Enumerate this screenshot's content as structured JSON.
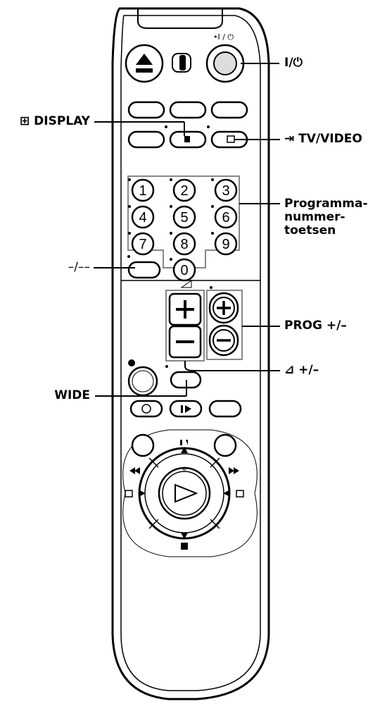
{
  "power_symbol_top": "•I / ⏻",
  "program_numbers": [
    "1",
    "2",
    "3",
    "4",
    "5",
    "6",
    "7",
    "8",
    "9",
    "0"
  ],
  "callouts": {
    "power": "I/⏻",
    "display": "⊞ DISPLAY",
    "tv_video": "⇥ TV/VIDEO",
    "program_keys": [
      "Programma-",
      "nummer-",
      "toetsen"
    ],
    "dash": "–/––",
    "prog": "PROG +/–",
    "volume": "⊿ +/–",
    "wide": "WIDE"
  },
  "icons": {
    "eject": "eject-icon",
    "power": "power-icon",
    "play": "play-icon",
    "pause": "pause-icon",
    "stop": "stop-icon",
    "rewind": "rewind-icon",
    "fast_forward": "fast-forward-icon",
    "record": "record-icon",
    "timer": "timer-icon",
    "slow": "slow-play-icon"
  },
  "colors": {
    "ink": "#000000",
    "paper": "#ffffff",
    "panel_line": "#888888"
  }
}
